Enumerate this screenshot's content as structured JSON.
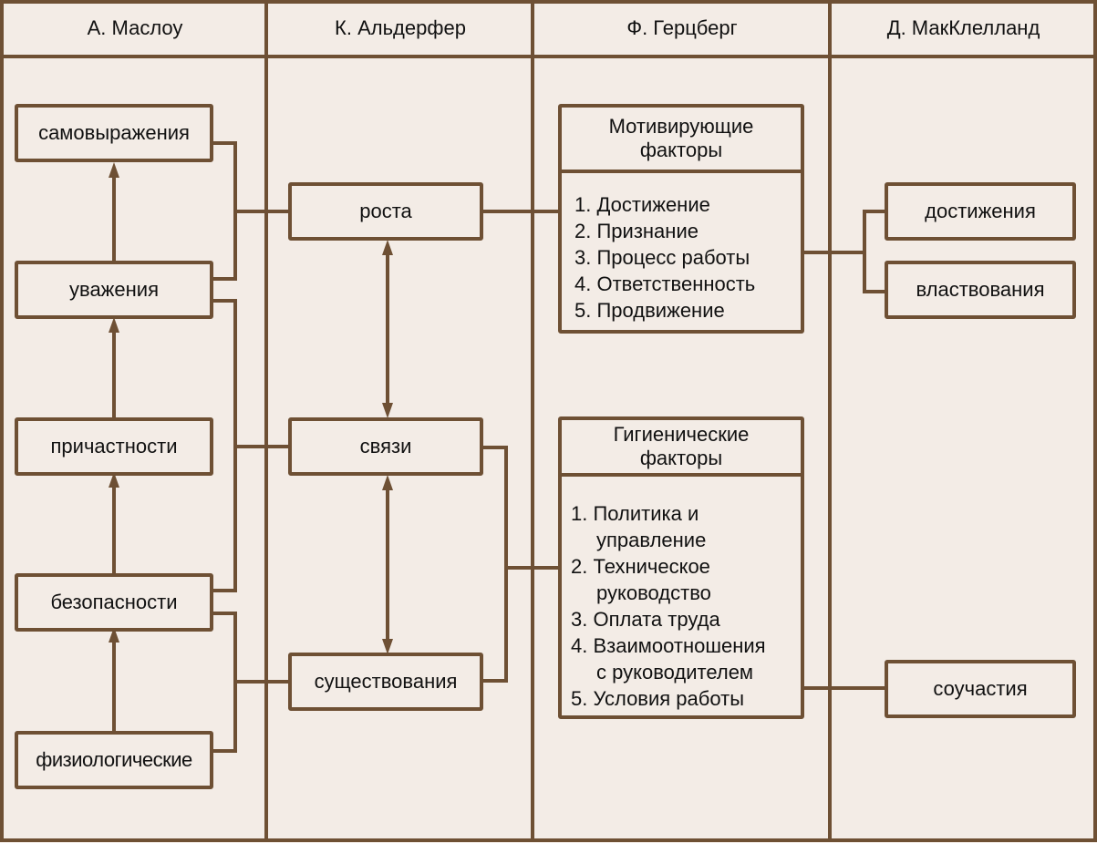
{
  "colors": {
    "line": "#6e5034",
    "background": "#f3ece6",
    "text": "#111111"
  },
  "columns": [
    {
      "id": "maslow",
      "title": "А. Маслоу"
    },
    {
      "id": "alderfer",
      "title": "К. Альдерфер"
    },
    {
      "id": "herzberg",
      "title": "Ф. Герцберг"
    },
    {
      "id": "mcclelland",
      "title": "Д. МакКлелланд"
    }
  ],
  "maslow": {
    "needs": [
      "самовыражения",
      "уважения",
      "причастности",
      "безопасности",
      "физиологические"
    ]
  },
  "alderfer": {
    "needs": [
      "роста",
      "связи",
      "существования"
    ]
  },
  "herzberg": {
    "motivating": {
      "title": "Мотивирующие факторы",
      "items": [
        {
          "num": "1.",
          "text": "Достижение"
        },
        {
          "num": "2.",
          "text": "Признание"
        },
        {
          "num": "3.",
          "text": "Процесс работы"
        },
        {
          "num": "4.",
          "text": "Ответственность"
        },
        {
          "num": "5.",
          "text": "Продвижение"
        }
      ]
    },
    "hygiene": {
      "title": "Гигиенические факторы",
      "items": [
        {
          "num": "1.",
          "text": "Политика и",
          "cont": "управление"
        },
        {
          "num": "2.",
          "text": "Техническое",
          "cont": "руководство"
        },
        {
          "num": "3.",
          "text": "Оплата труда"
        },
        {
          "num": "4.",
          "text": "Взаимоотношения",
          "cont": "с руководителем"
        },
        {
          "num": "5.",
          "text": "Условия работы"
        }
      ]
    }
  },
  "mcclelland": {
    "needs": [
      "достижения",
      "властвования",
      "соучастия"
    ]
  }
}
